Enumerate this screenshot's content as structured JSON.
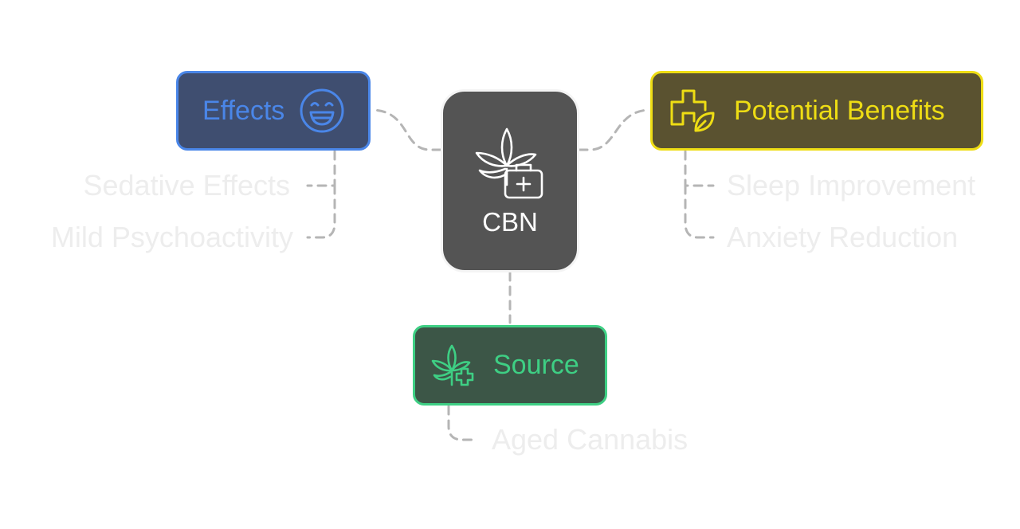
{
  "center": {
    "label": "CBN",
    "icon": "cannabis-medical-kit-icon",
    "color": "#545454"
  },
  "branches": {
    "effects": {
      "label": "Effects",
      "icon": "grinning-face-icon",
      "color": "#4a86e8",
      "fill": "#3f4e70",
      "items": [
        "Sedative Effects",
        "Mild Psychoactivity"
      ]
    },
    "benefits": {
      "label": "Potential Benefits",
      "icon": "medical-cross-leaf-icon",
      "color": "#eedd14",
      "fill": "#5a5230",
      "items": [
        "Sleep Improvement",
        "Anxiety Reduction"
      ]
    },
    "source": {
      "label": "Source",
      "icon": "cannabis-plus-icon",
      "color": "#3ecf84",
      "fill": "#3c5647",
      "items": [
        "Aged Cannabis"
      ]
    }
  },
  "connector_color": "#b5b5b5",
  "leaf_text_color": "#ededed"
}
